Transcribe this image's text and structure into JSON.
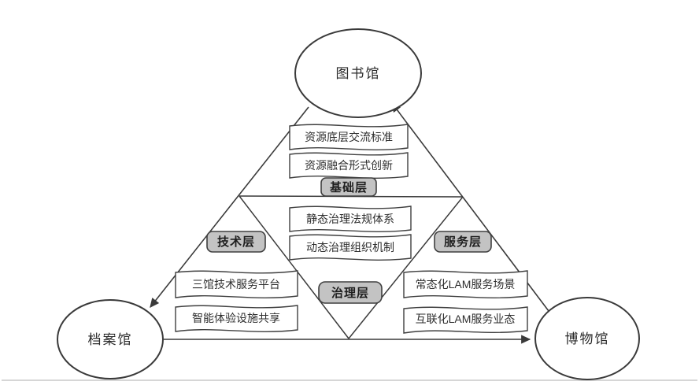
{
  "diagram": {
    "nodes": {
      "library": {
        "label": "图书馆"
      },
      "archives": {
        "label": "档案馆"
      },
      "museum": {
        "label": "博物馆"
      }
    },
    "layers": {
      "foundation": {
        "label": "基础层"
      },
      "technology": {
        "label": "技术层"
      },
      "service": {
        "label": "服务层"
      },
      "governance": {
        "label": "治理层"
      }
    },
    "banners": {
      "foundation": [
        {
          "label": "资源底层交流标准"
        },
        {
          "label": "资源融合形式创新"
        }
      ],
      "governance": [
        {
          "label": "静态治理法规体系"
        },
        {
          "label": "动态治理组织机制"
        }
      ],
      "technology": [
        {
          "label": "三馆技术服务平台"
        },
        {
          "label": "智能体验设施共享"
        }
      ],
      "service": [
        {
          "label": "常态化LAM服务场景"
        },
        {
          "label": "互联化LAM服务业态"
        }
      ]
    },
    "colors": {
      "stroke": "#3a3a3a",
      "layer_fill": "#c3c3c3",
      "banner_fill": "#ffffff",
      "background": "#ffffff",
      "baseline": "#d6d6d6"
    }
  }
}
